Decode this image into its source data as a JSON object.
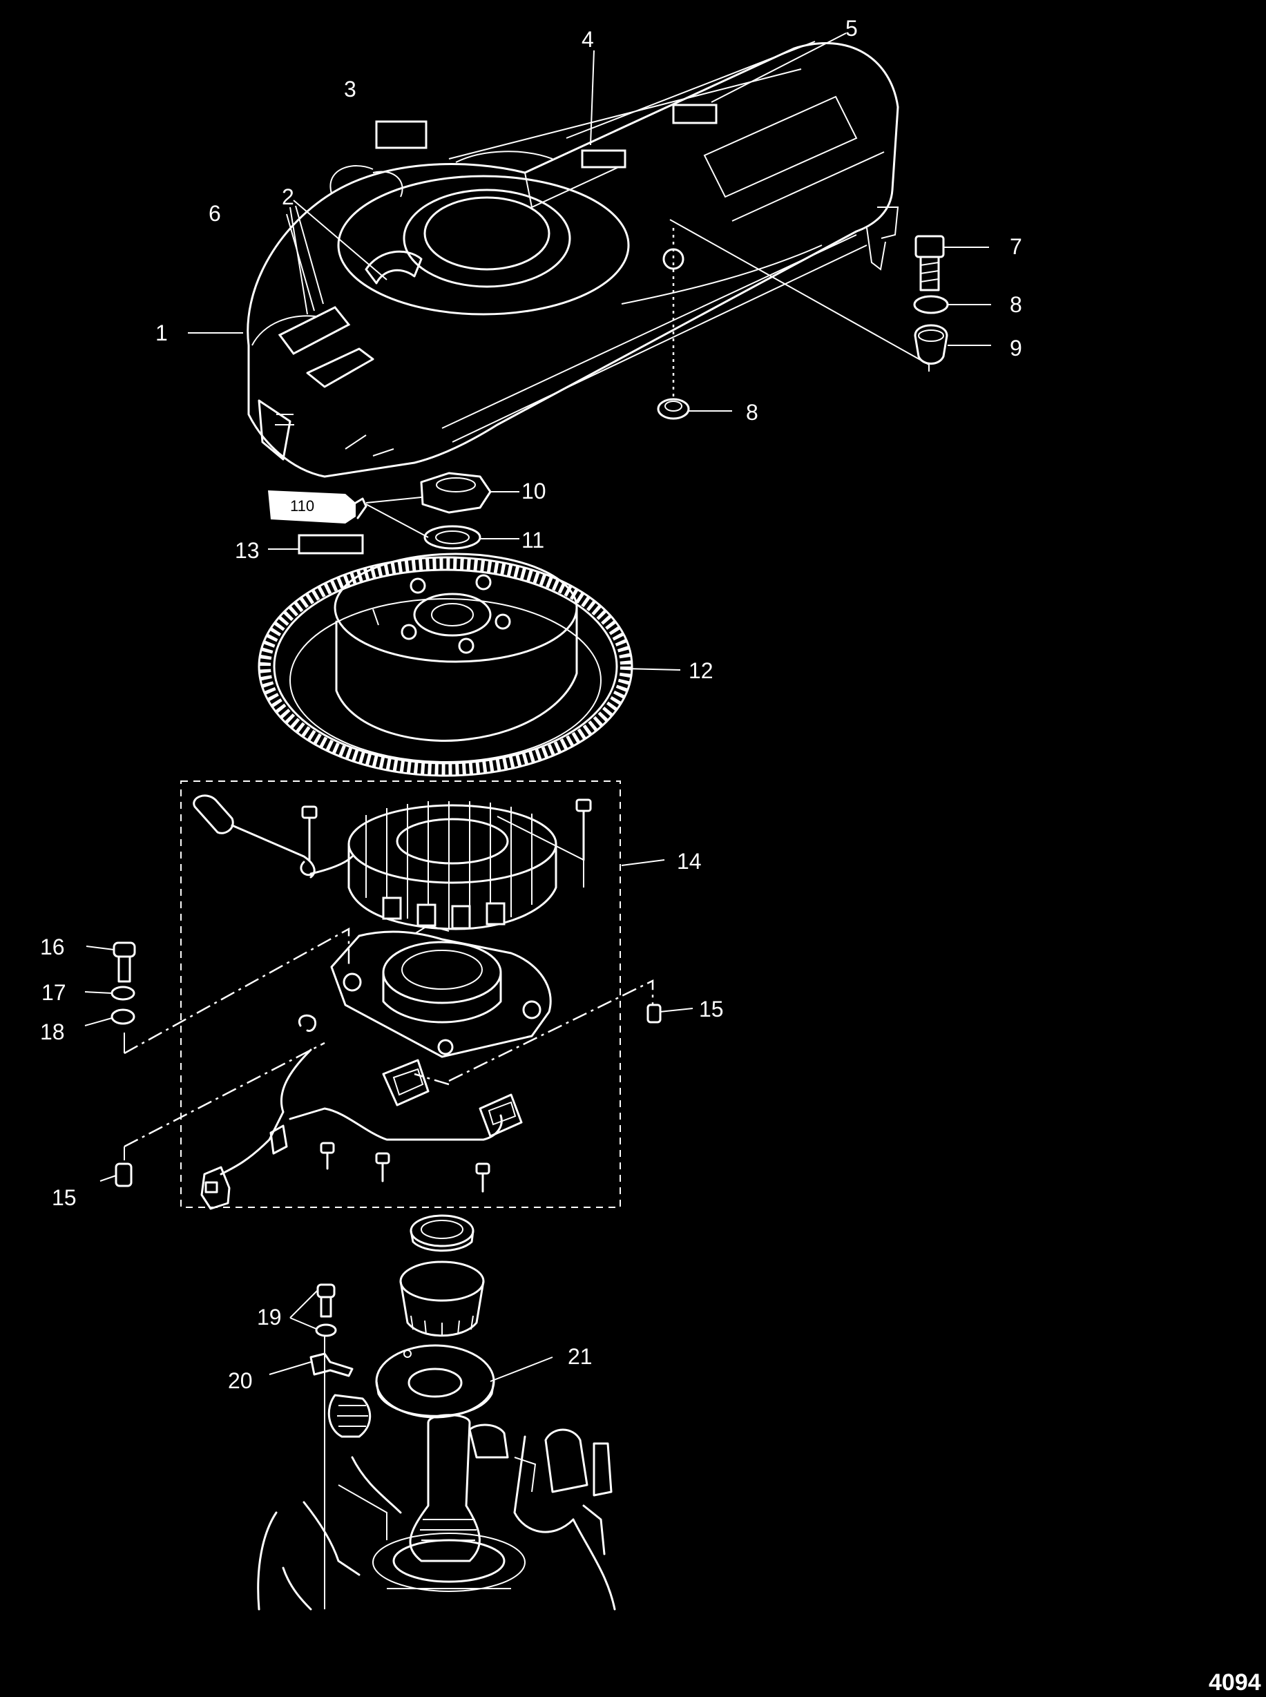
{
  "diagram": {
    "callouts": {
      "c1": "1",
      "c2": "2",
      "c3": "3",
      "c4": "4",
      "c5": "5",
      "c6": "6",
      "c7": "7",
      "c8a": "8",
      "c8b": "8",
      "c9": "9",
      "c10": "10",
      "c11": "11",
      "c12": "12",
      "c13": "13",
      "c14": "14",
      "c15a": "15",
      "c15b": "15",
      "c16": "16",
      "c17": "17",
      "c18": "18",
      "c19": "19",
      "c20": "20",
      "c21": "21"
    },
    "tube_label": "110",
    "figure_number": "4094"
  }
}
